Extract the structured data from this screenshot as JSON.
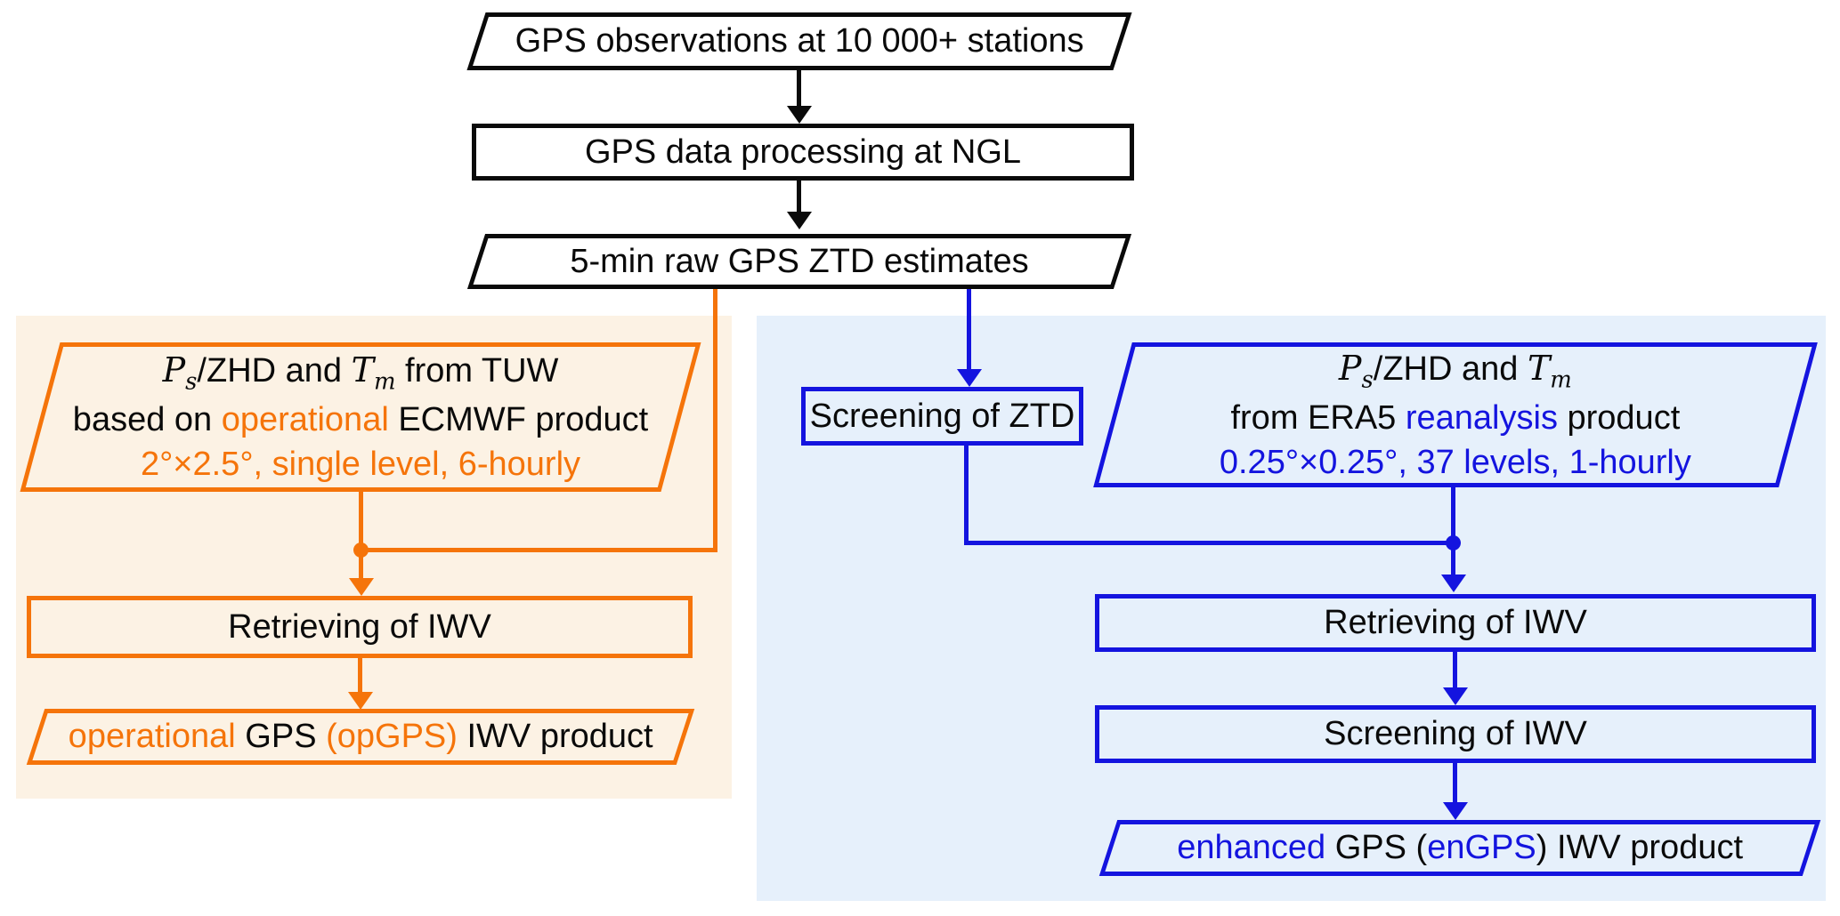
{
  "colors": {
    "orange": "#f5740a",
    "blue": "#1414df",
    "black": "#0a0a0a",
    "orange_bg": "#fcf2e4",
    "blue_bg": "#e6f0fb"
  },
  "top": {
    "observations": "GPS observations at 10 000+ stations",
    "processing": "GPS data processing at NGL",
    "ztd_estimates": "5-min raw GPS ZTD estimates"
  },
  "left": {
    "source": {
      "l1_p": "P",
      "l1_psub": "s",
      "l1_mid": "/ZHD and ",
      "l1_t": "T",
      "l1_tsub": "m",
      "l1_end": " from TUW",
      "l2_a": "based on ",
      "l2_b": "operational",
      "l2_c": " ECMWF product",
      "l3": "2°×2.5°, single level, 6-hourly"
    },
    "retrieving": "Retrieving of IWV",
    "product": {
      "a": "operational",
      "b": " GPS ",
      "c": "(opGPS)",
      "d": " IWV product"
    }
  },
  "right": {
    "screening_ztd": "Screening of ZTD",
    "source": {
      "l1_p": "P",
      "l1_psub": "s",
      "l1_mid": "/ZHD and ",
      "l1_t": "T",
      "l1_tsub": "m",
      "l1_end": "",
      "l2_a": "from ERA5 ",
      "l2_b": "reanalysis",
      "l2_c": " product",
      "l3": "0.25°×0.25°, 37 levels, 1-hourly"
    },
    "retrieving": "Retrieving of IWV",
    "screening_iwv": "Screening of IWV",
    "product": {
      "a": "enhanced",
      "b": " GPS (",
      "c": "enGPS",
      "d": ") IWV product"
    }
  }
}
